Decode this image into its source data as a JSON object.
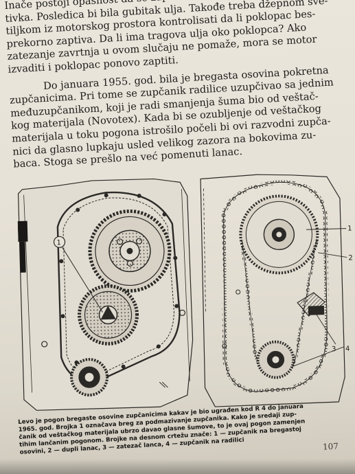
{
  "document": {
    "paragraph1_lines": [
      "Inače postoji opasnost da se zaptivka izvitoperi ili zgnječi zap-",
      "tivka. Posledica bi bila gubitak ulja. Takođe treba džepnom sve-",
      "tiljkom iz motorskog prostora kontrolisati da li poklopac bes-",
      "prekorno zaptiva. Da li ima tragova ulja oko poklopca? Ako",
      "zatezanje zavrtnja u ovom slučaju ne pomaže, mora se motor",
      "izvaditi i poklopac ponovo zaptiti."
    ],
    "paragraph2_lines": [
      "Do januara 1955. god. bila je bregasta osovina pokretna",
      "zupčanicima. Pri tome se zupčanik radilice uzupčivao sa jednim",
      "međuzupčanikom, koji je radi smanjenja šuma bio od veštač-",
      "kog materijala (Novotex). Kada bi se ozubljenje od veštačkog",
      "materijala u toku pogona istrošilo počeli bi ovi razvodni zupča-",
      "nici da glasno lupkaju usled velikog zazora na bokovima zu-",
      "baca. Stoga se prešlo na već pomenuti lanac."
    ]
  },
  "figure": {
    "left_callouts": [
      "1"
    ],
    "right_callouts": [
      "1",
      "2",
      "3",
      "4"
    ]
  },
  "caption_lines": [
    "Levo je pogon bregaste osovine zupčanicima kakav je bio ugrađen kod R 4 do januara",
    "1965. god. Brojka 1 označava breg za podmazivanje zupčanika. Kako je sredaji zup-",
    "čanik od veštačkog materijala ubrzo davao glasne šumove, to je ovaj pogon zamenjen",
    "tihim lančanim pogonom. Brojke na desnom crtežu znače: 1 — zupčanik na bregastoj",
    "osovini, 2 — dupli lanac, 3 — zatezač lanca, 4 — zupčanik na radilici"
  ],
  "page_number": "107",
  "colors": {
    "paper": "#e6e1d6",
    "ink": "#1c1b19",
    "drawing": "#2a2926"
  }
}
